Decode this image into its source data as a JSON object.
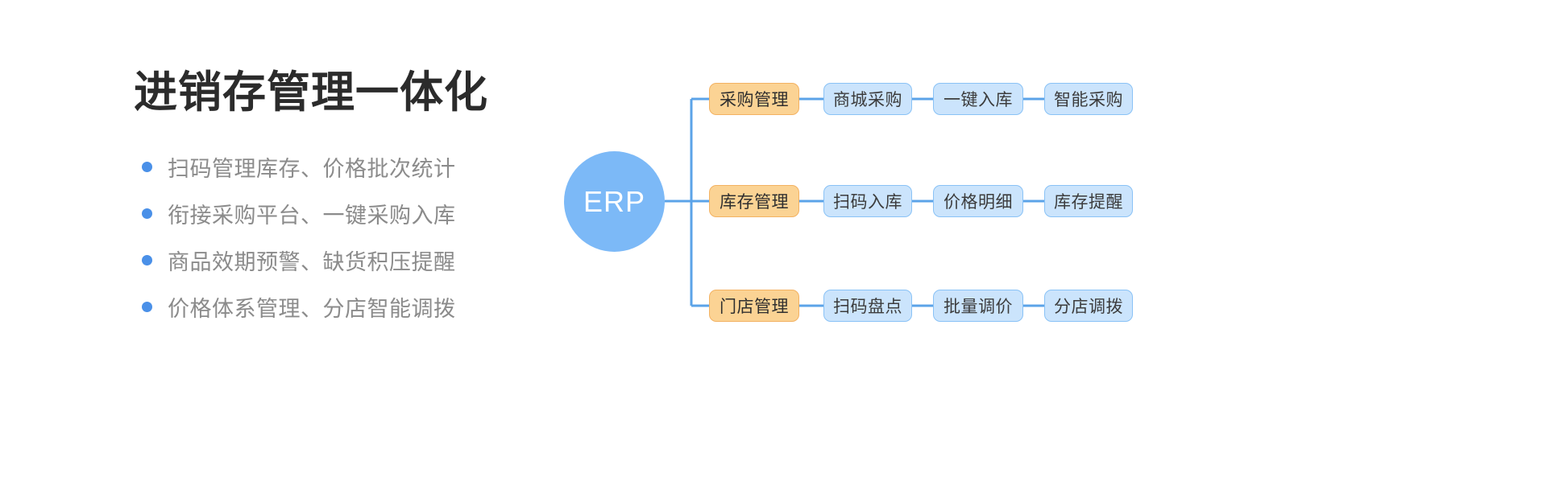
{
  "left": {
    "title": "进销存管理一体化",
    "bullet_color": "#4a90e8",
    "features": [
      {
        "text": "扫码管理库存、价格批次统计"
      },
      {
        "text": "衔接采购平台、一键采购入库"
      },
      {
        "text": "商品效期预警、缺货积压提醒"
      },
      {
        "text": "价格体系管理、分店智能调拨"
      }
    ]
  },
  "diagram": {
    "root": {
      "label": "ERP",
      "color": "#7cb9f7",
      "text_color": "#ffffff"
    },
    "link_color": "#5ba3e8",
    "primary_color": "#fbd394",
    "primary_border": "#f3b262",
    "secondary_color": "#cbe4fc",
    "secondary_border": "#89c2f6",
    "branches": [
      {
        "primary": "采购管理",
        "children": [
          "商城采购",
          "一键入库",
          "智能采购"
        ]
      },
      {
        "primary": "库存管理",
        "children": [
          "扫码入库",
          "价格明细",
          "库存提醒"
        ]
      },
      {
        "primary": "门店管理",
        "children": [
          "扫码盘点",
          "批量调价",
          "分店调拨"
        ]
      }
    ]
  }
}
